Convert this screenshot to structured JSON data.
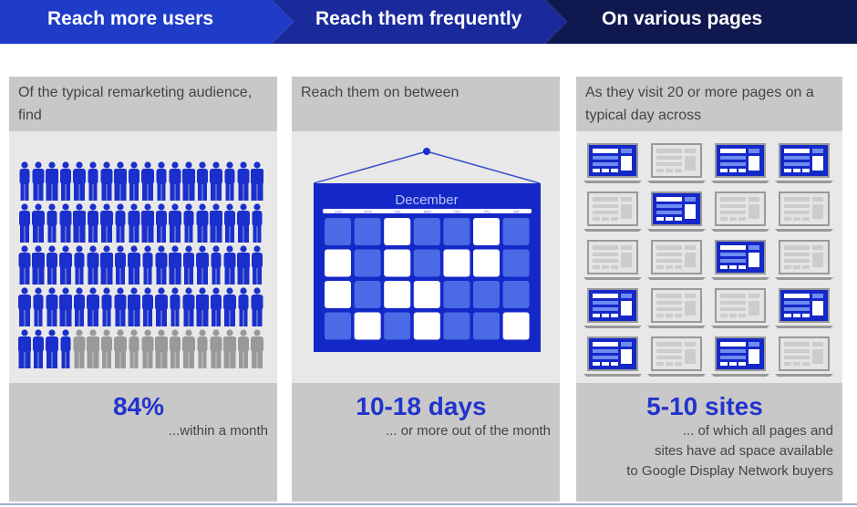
{
  "banner": {
    "steps": [
      "Reach more users",
      "Reach them frequently",
      "On various pages"
    ]
  },
  "panels": [
    {
      "heading": "Of the typical remarketing audience, find",
      "stat": "84%",
      "caption": [
        "...within a month"
      ],
      "people_rows": 5,
      "people_per_row": 18,
      "share_reached": 0.84
    },
    {
      "heading": "Reach them on between",
      "stat": "10-18 days",
      "caption": [
        "... or more out of the month"
      ],
      "calendar": {
        "month": "December",
        "days": [
          "SUN",
          "MON",
          "TUE",
          "WED",
          "THU",
          "FRI",
          "SAT"
        ],
        "highlighted": [
          [
            0,
            0,
            1,
            0,
            0,
            1,
            0
          ],
          [
            1,
            0,
            1,
            0,
            1,
            1,
            0
          ],
          [
            1,
            0,
            1,
            1,
            0,
            0,
            0
          ],
          [
            0,
            1,
            0,
            1,
            0,
            0,
            1
          ]
        ]
      }
    },
    {
      "heading": "As they visit 20 or more pages on a typical day across",
      "stat": "5-10 sites",
      "caption": [
        "... of which all pages and",
        "sites have ad space available",
        "to Google Display Network buyers"
      ],
      "sites_with_ads": [
        [
          1,
          0,
          1,
          1
        ],
        [
          0,
          1,
          0,
          0
        ],
        [
          0,
          0,
          1,
          0
        ],
        [
          1,
          0,
          0,
          1
        ],
        [
          1,
          0,
          1,
          0
        ]
      ]
    }
  ],
  "colors": {
    "accent": "#2233cc",
    "blue": "#1a2fcc",
    "gray": "#999999"
  }
}
